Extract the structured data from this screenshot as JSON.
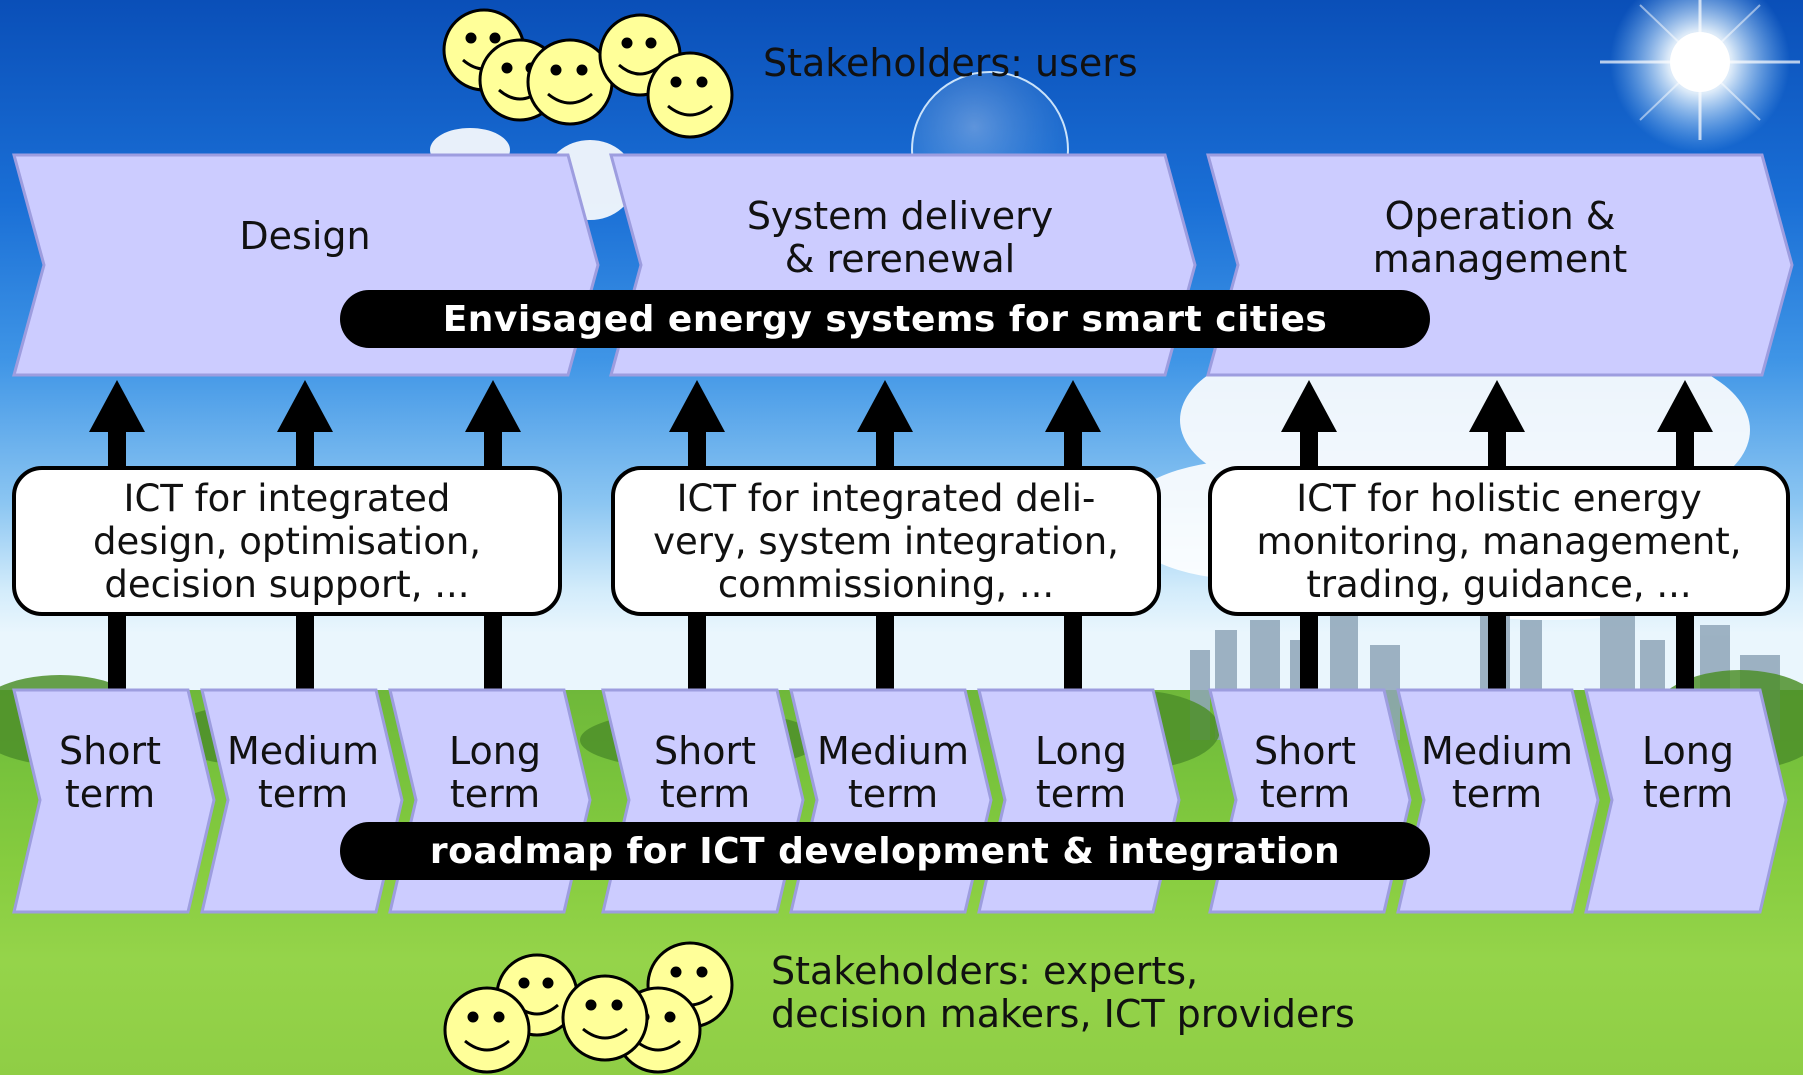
{
  "stakeholders_top": "Stakeholders: users",
  "stakeholders_bottom": "Stakeholders: experts,\ndecision makers, ICT providers",
  "phases": [
    {
      "label": "Design"
    },
    {
      "label": "System delivery\n& rerenewal"
    },
    {
      "label": "Operation &\nmanagement"
    }
  ],
  "top_banner": "Envisaged energy systems for smart cities",
  "ict_boxes": [
    {
      "text": "ICT for integrated\ndesign, optimisation,\ndecision support, ..."
    },
    {
      "text": "ICT for integrated deli-\nvery, system integration,\ncommissioning, ..."
    },
    {
      "text": "ICT for holistic energy\nmonitoring, management,\ntrading, guidance, ..."
    }
  ],
  "terms": [
    {
      "label": "Short\nterm"
    },
    {
      "label": "Medium\nterm"
    },
    {
      "label": "Long\nterm"
    },
    {
      "label": "Short\nterm"
    },
    {
      "label": "Medium\nterm"
    },
    {
      "label": "Long\nterm"
    },
    {
      "label": "Short\nterm"
    },
    {
      "label": "Medium\nterm"
    },
    {
      "label": "Long\nterm"
    }
  ],
  "bottom_banner": "roadmap for ICT development & integration",
  "colors": {
    "chevron_fill": "#ccccff",
    "chevron_stroke": "#9d9ddf",
    "smiley": "#ffff99",
    "arrow": "#000000"
  },
  "icons": {
    "stakeholder": "smiley-face-icon"
  }
}
